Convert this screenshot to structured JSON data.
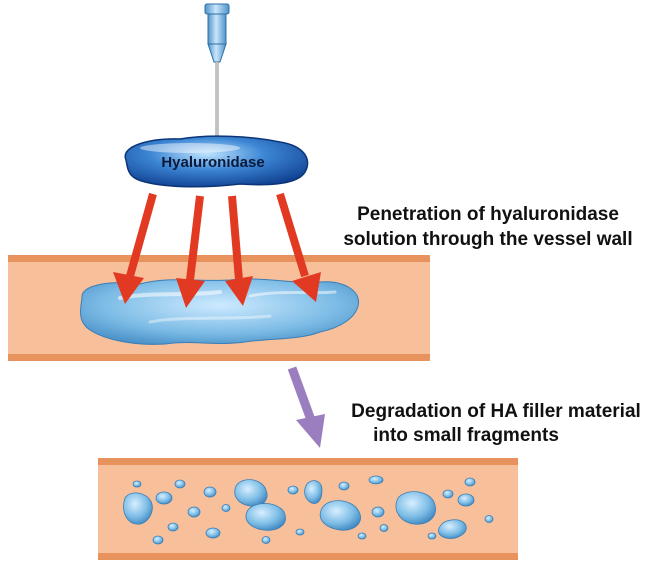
{
  "labels": {
    "enzyme": "Hyaluronidase",
    "step1_line1": "Penetration of hyaluronidase",
    "step1_line2": "solution through the vessel wall",
    "step2_line1": "Degradation of HA filler material",
    "step2_line2": "into small fragments"
  },
  "colors": {
    "vessel_fill": "#f7c09b",
    "vessel_wall": "#e8935e",
    "ha_gel": "#6fb3dc",
    "arrow_red": "#e23a22",
    "arrow_purple": "#9b7ec0",
    "syringe": "#8cc3e8"
  }
}
